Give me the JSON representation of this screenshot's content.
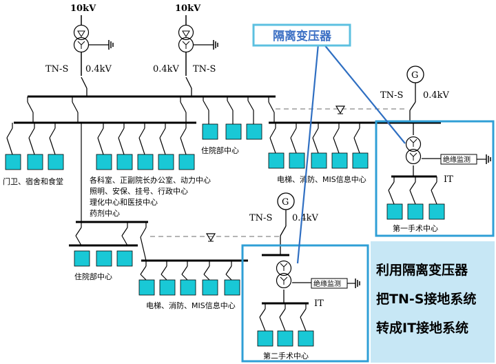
{
  "labels": {
    "v1": "10kV",
    "v2": "10kV",
    "tns1": "TN-S",
    "low1": "0.4kV",
    "low2": "0.4kV",
    "tns2": "TN-S",
    "tns3": "TN-S",
    "low3": "0.4kV",
    "tns4": "TN-S",
    "low4": "0.4kV",
    "gen": "G",
    "it1": "IT",
    "it2": "IT",
    "monitor1": "绝缘监测",
    "monitor2": "绝缘监测",
    "menwei": "门卫、宿舍和食堂",
    "dept1": "各科室、正副院长办公室、动力中心",
    "dept2": "照明、安保、挂号、行政中心",
    "dept3": "理化中心和医技中心",
    "dept4": "药剂中心",
    "inpatient1": "住院部中心",
    "inpatient2": "住院部中心",
    "elevator1": "电梯、消防、MIS信息中心",
    "elevator2": "电梯、消防、MIS信息中心",
    "surgery1": "第一手术中心",
    "surgery2": "第二手术中心"
  },
  "callout": {
    "title": "隔离变压器"
  },
  "note": {
    "line1": "利用隔离变压器",
    "line2": "把TN-S接地系统",
    "line3": "转成IT接地系统"
  },
  "colors": {
    "load": "#19c8d6",
    "frame": "#2f9fd6",
    "callout_border": "#5cc0e0",
    "note_bg": "#c7e7f5"
  }
}
